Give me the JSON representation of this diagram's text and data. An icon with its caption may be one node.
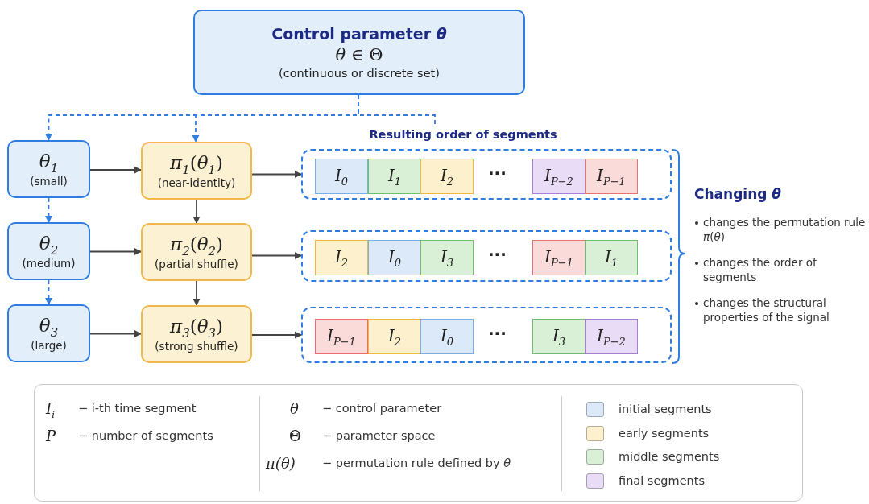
{
  "diagram": {
    "nodes": [
      {
        "text": [
          "Control parameter *θ*",
          "*θ* ∈ Θ",
          "(continuous or discrete set)"
        ]
      },
      {
        "text": [
          "*θ*$_{1}$",
          "(small)"
        ]
      },
      {
        "text": [
          "*π*$_{1}$(*θ*$_{1}$)",
          "(near-identity)"
        ]
      },
      {
        "text": [],
        "shape": "box"
      },
      {
        "text": [
          "*I*$_{0}$"
        ],
        "in": 3
      },
      {
        "text": [
          "*I*$_{1}$"
        ],
        "in": 3
      },
      {
        "text": [
          "*I*$_{2}$"
        ],
        "in": 3
      },
      {
        "text": [
          "*I*$_{P−2}$"
        ],
        "in": 3
      },
      {
        "text": [
          "*I*$_{P−1}$"
        ],
        "in": 3
      },
      {
        "text": [
          "*θ*$_{2}$",
          "(medium)"
        ]
      },
      {
        "text": [
          "*π*$_{2}$(*θ*$_{2}$)",
          "(partial shuffle)"
        ]
      },
      {
        "text": [],
        "shape": "box"
      },
      {
        "text": [
          "*I*$_{2}$"
        ],
        "in": 11
      },
      {
        "text": [
          "*I*$_{0}$"
        ],
        "in": 11
      },
      {
        "text": [
          "*I*$_{3}$"
        ],
        "in": 11
      },
      {
        "text": [
          "*I*$_{P−1}$"
        ],
        "in": 11
      },
      {
        "text": [
          "*I*$_{1}$"
        ],
        "in": 11
      },
      {
        "text": [
          "*θ*$_{3}$",
          "(large)"
        ]
      },
      {
        "text": [
          "*π*$_{3}$(*θ*$_{3}$)",
          "(strong shuffle)"
        ]
      },
      {
        "text": [],
        "shape": "box"
      },
      {
        "text": [
          "*I*$_{P−1}$"
        ],
        "in": 19
      },
      {
        "text": [
          "*I*$_{2}$"
        ],
        "in": 19
      },
      {
        "text": [
          "*I*$_{0}$"
        ],
        "in": 19
      },
      {
        "text": [
          "*I*$_{3}$"
        ],
        "in": 19
      },
      {
        "text": [
          "*I*$_{P−2}$"
        ],
        "in": 19
      },
      {
        "text": [
          "Resulting order of segments"
        ]
      }
    ],
    "edges": [
      {
        "from": 0,
        "to": 1,
        "arrow": "to",
        "style": "dashed",
        "color": "#2f7de1"
      },
      {
        "from": 0,
        "to": 2,
        "arrow": "to",
        "style": "dashed",
        "color": "#2f7de1"
      },
      {
        "from": 0,
        "to": 25,
        "arrow": "none",
        "style": "dashed",
        "color": "#2f7de1"
      },
      {
        "from": 1,
        "to": 2,
        "arrow": "to"
      },
      {
        "from": 2,
        "to": 3,
        "arrow": "to"
      },
      {
        "from": 1,
        "to": 9,
        "arrow": "to",
        "style": "dashed",
        "color": "#2f7de1"
      },
      {
        "from": 2,
        "to": 10,
        "arrow": "to"
      },
      {
        "from": 9,
        "to": 10,
        "arrow": "to"
      },
      {
        "from": 10,
        "to": 11,
        "arrow": "to"
      },
      {
        "from": 9,
        "to": 17,
        "arrow": "to",
        "style": "dashed",
        "color": "#2f7de1"
      },
      {
        "from": 10,
        "to": 18,
        "arrow": "to"
      },
      {
        "from": 17,
        "to": 18,
        "arrow": "to"
      },
      {
        "from": 18,
        "to": 19,
        "arrow": "to"
      }
    ],
    "labels": [
      "···",
      "···",
      "···",
      "Changing *θ*",
      "changes the permutation rule *π*(*θ*)",
      "changes the order of segments",
      "changes the structural properties of the signal",
      "*I*$_{i}$",
      "− i-th time segment",
      "P",
      "− number of segments",
      "θ",
      "− control parameter",
      "Θ",
      "− parameter space",
      "*π*(*θ*)",
      "− permutation rule defined by *θ*"
    ],
    "legend": [
      {
        "text": "initial segments",
        "color": "#dce9f8"
      },
      {
        "text": "early segments",
        "color": "#fdf0cc"
      },
      {
        "text": "middle segments",
        "color": "#d9efd6"
      },
      {
        "text": "final segments",
        "color": "#e8dcf6"
      }
    ]
  }
}
